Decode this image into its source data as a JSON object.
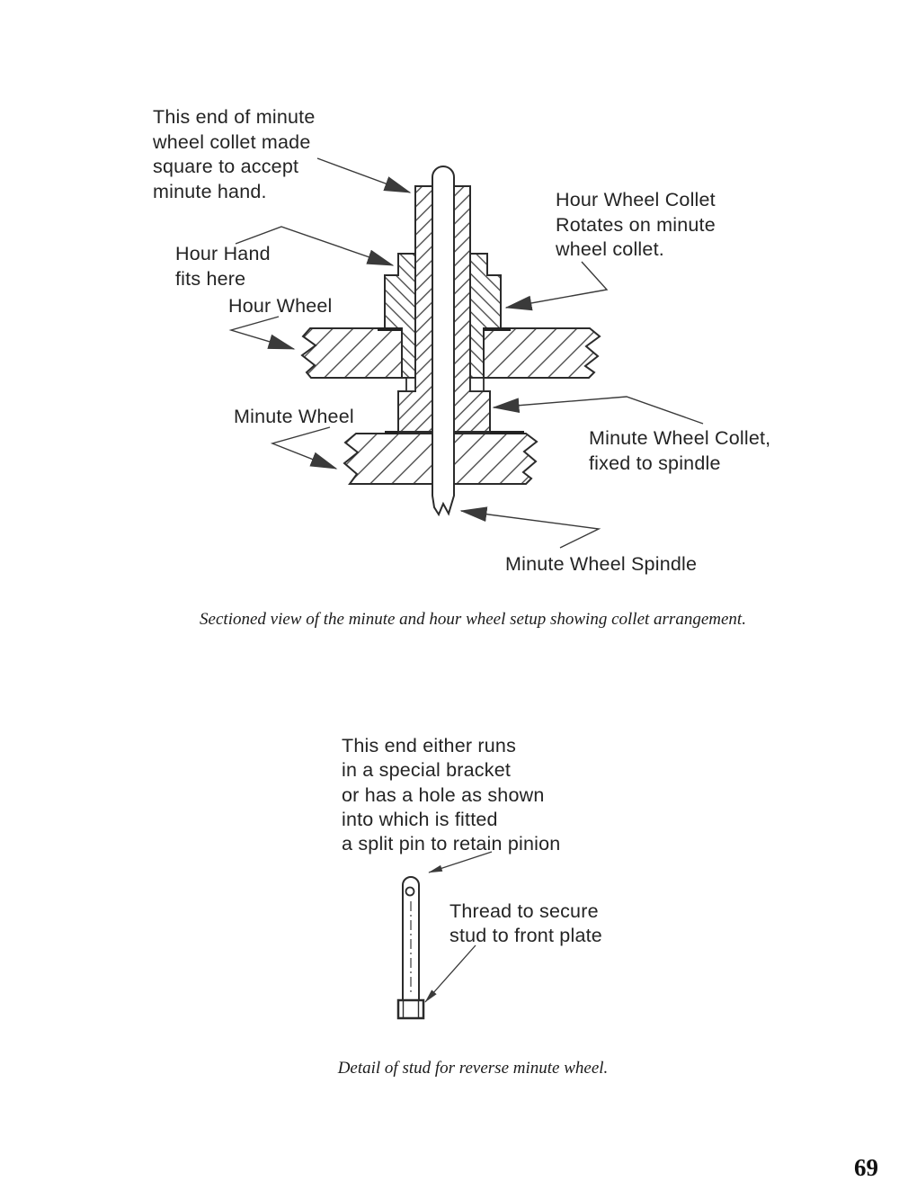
{
  "page_number": "69",
  "colors": {
    "ink": "#242424",
    "line_art": "#2e2e2e",
    "paper": "#ffffff"
  },
  "figure1": {
    "caption": "Sectioned view of the minute and hour wheel setup showing collet arrangement.",
    "labels": {
      "square_end": "This end of minute\nwheel collet made\nsquare to accept\nminute hand.",
      "hour_hand": "Hour Hand\nfits here",
      "hour_wheel": "Hour Wheel",
      "hour_wheel_collet": "Hour Wheel Collet\nRotates on minute\nwheel collet.",
      "minute_wheel": "Minute Wheel",
      "minute_wheel_collet": "Minute Wheel Collet,\nfixed to spindle",
      "minute_wheel_spindle": "Minute Wheel Spindle"
    }
  },
  "figure2": {
    "caption": "Detail of stud for reverse minute wheel.",
    "labels": {
      "pin_end": "This end either runs\nin a special bracket\nor has a hole as shown\ninto which is fitted\na split pin to retain pinion",
      "thread": "Thread to secure\nstud to front plate"
    }
  }
}
